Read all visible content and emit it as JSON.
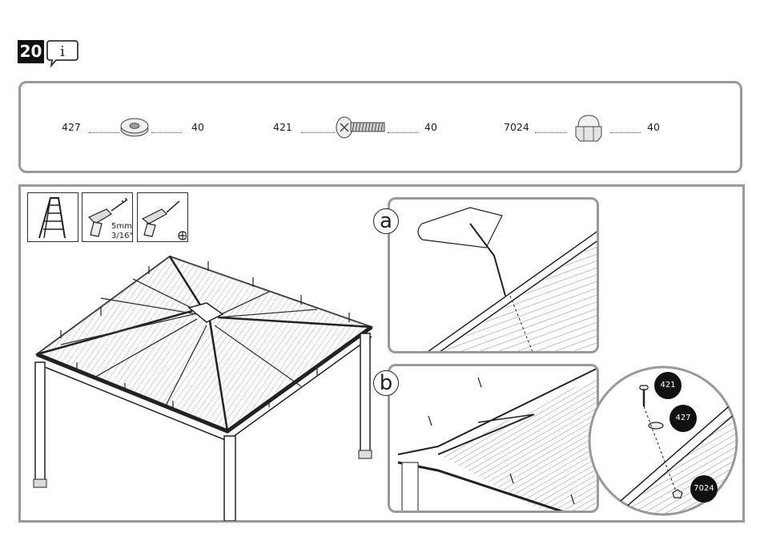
{
  "step": {
    "number": "20",
    "info_icon": "info-icon"
  },
  "parts": [
    {
      "id": "427",
      "qty": "40",
      "icon": "washer-icon"
    },
    {
      "id": "421",
      "qty": "40",
      "icon": "screw-icon"
    },
    {
      "id": "7024",
      "qty": "40",
      "icon": "cap-nut-icon"
    }
  ],
  "tools": {
    "ladder": "ladder-icon",
    "drill_bit_size_mm": "5mm",
    "drill_bit_size_in": "3/16\"",
    "screwdriver": "phillips-icon"
  },
  "details": {
    "a_label": "a",
    "b_label": "b"
  },
  "callouts": [
    "421",
    "427",
    "7024"
  ]
}
